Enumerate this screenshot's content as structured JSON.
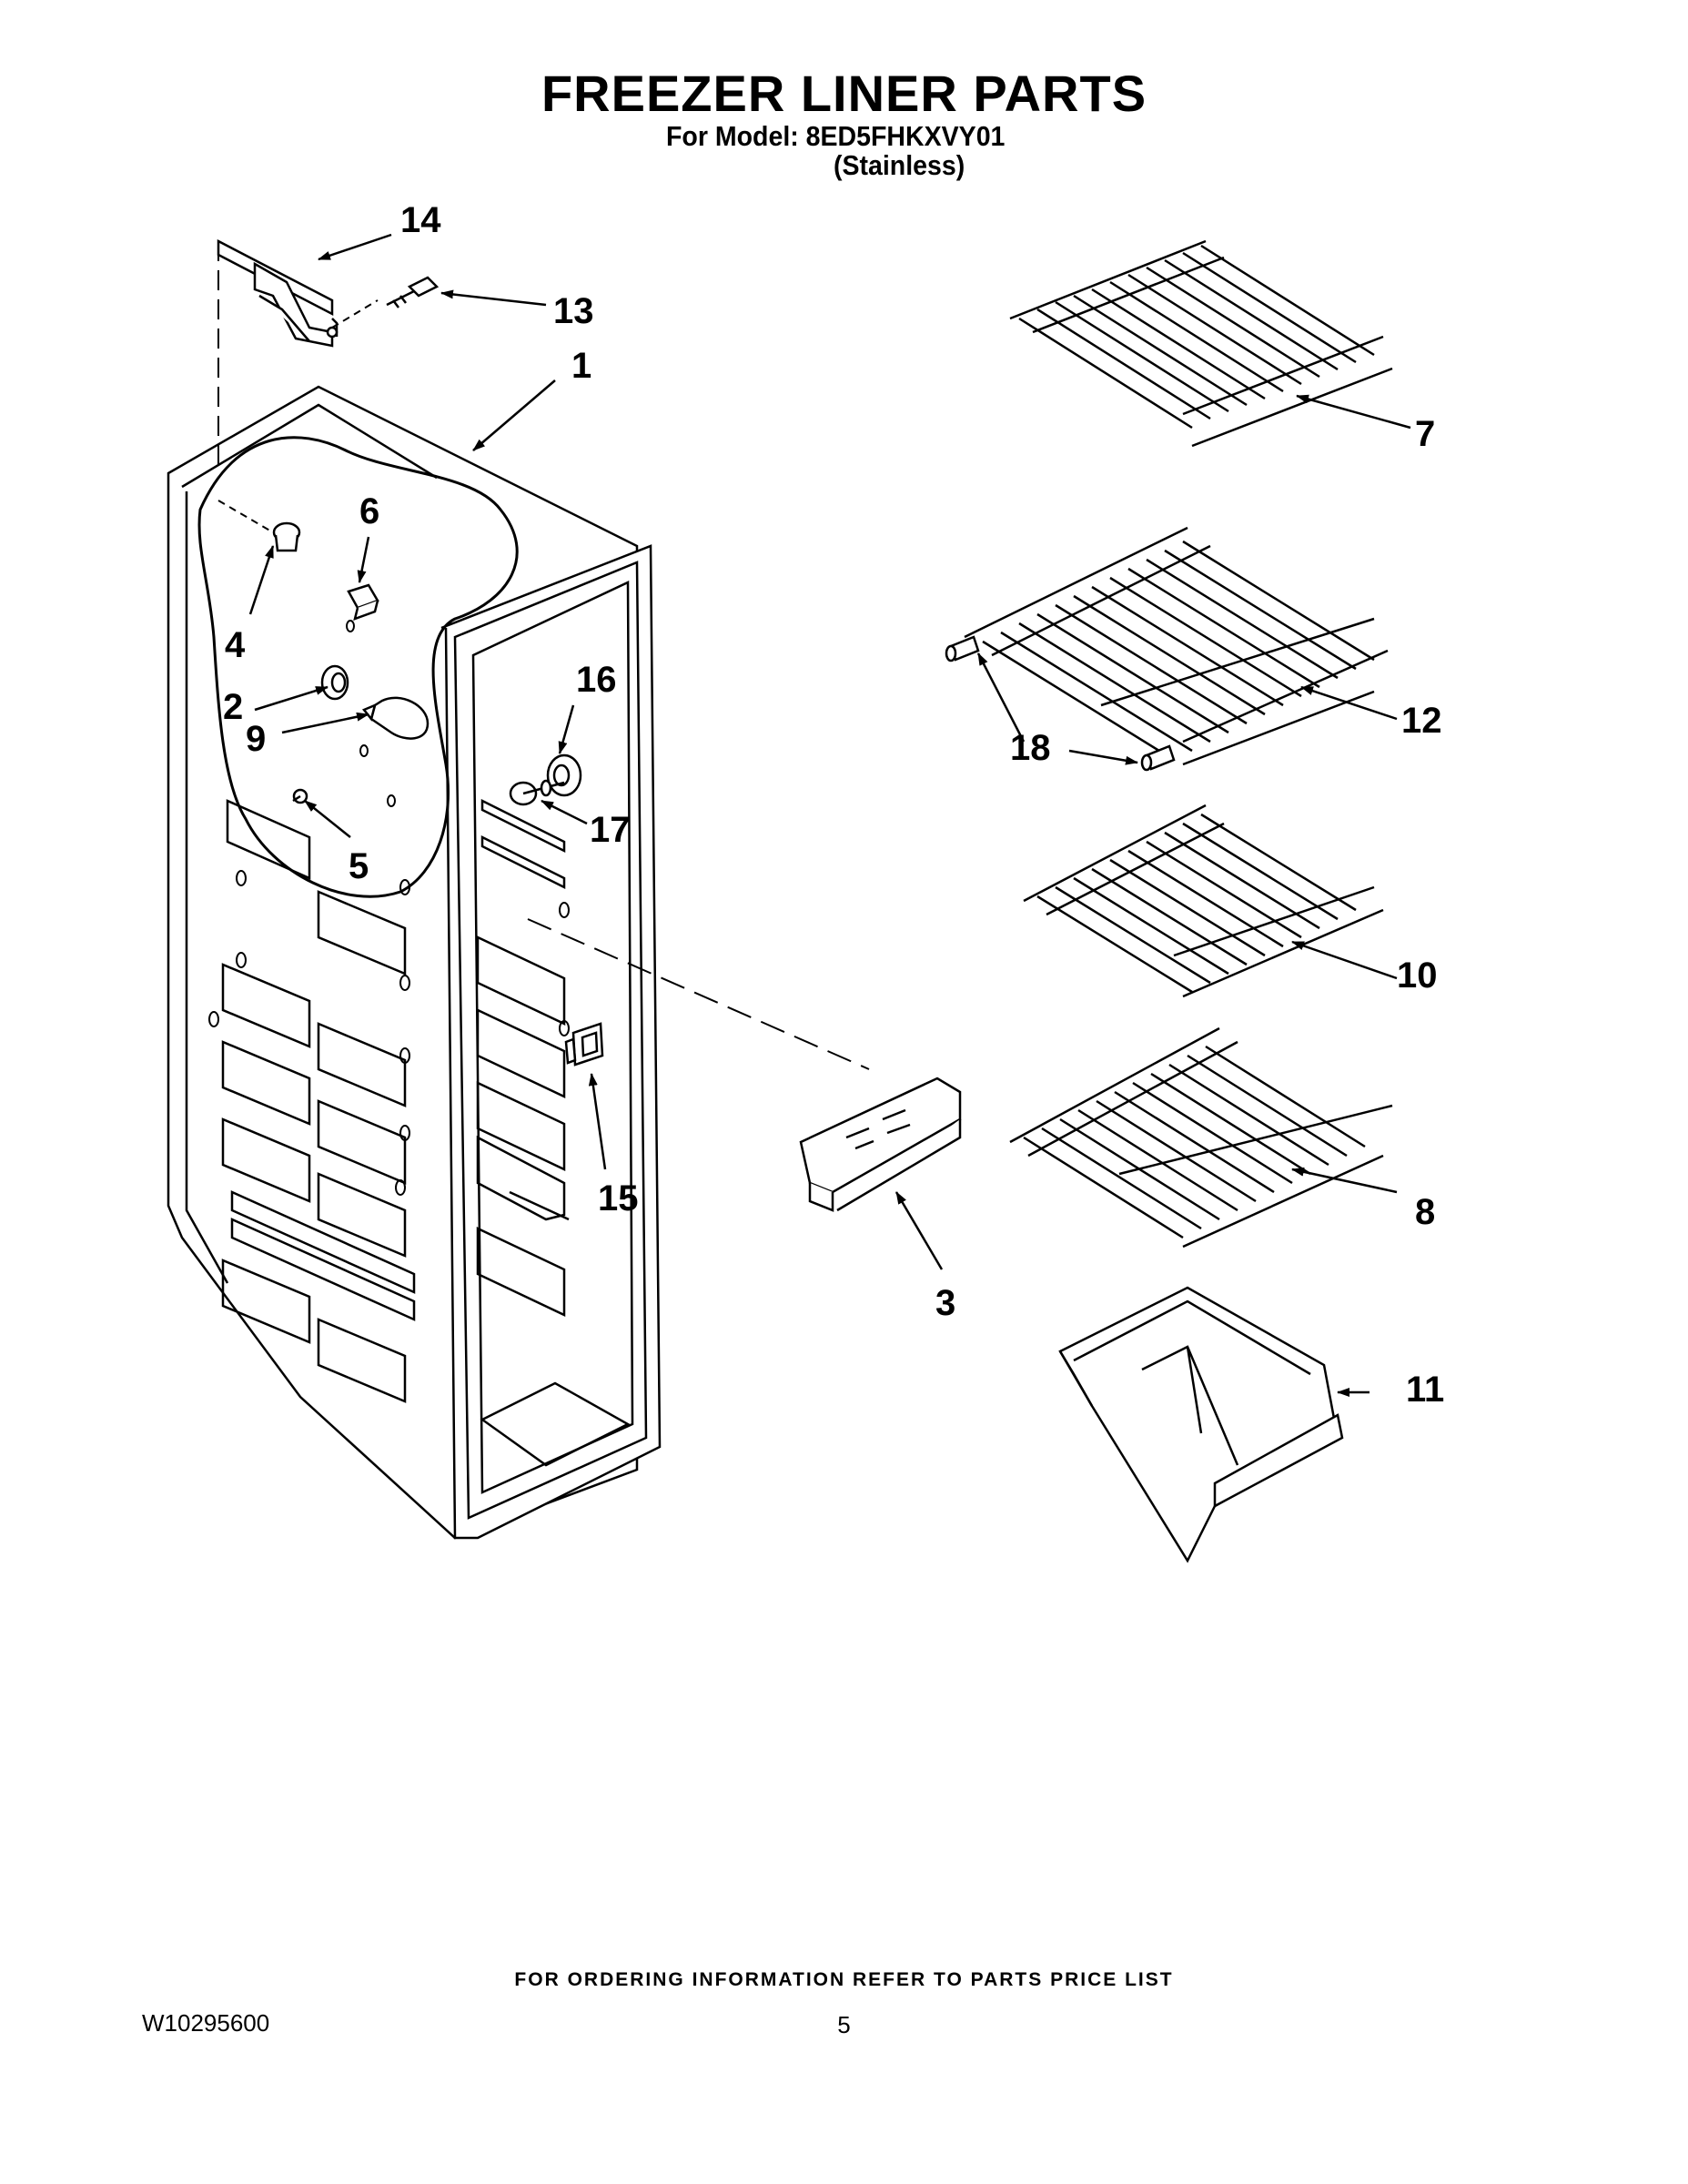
{
  "header": {
    "title": "FREEZER LINER PARTS",
    "model_line": "For Model: 8ED5FHKXVY01",
    "finish": "(Stainless)"
  },
  "callouts": [
    {
      "id": "c1",
      "label": "1"
    },
    {
      "id": "c2",
      "label": "2"
    },
    {
      "id": "c3",
      "label": "3"
    },
    {
      "id": "c4",
      "label": "4"
    },
    {
      "id": "c5",
      "label": "5"
    },
    {
      "id": "c6",
      "label": "6"
    },
    {
      "id": "c7",
      "label": "7"
    },
    {
      "id": "c8",
      "label": "8"
    },
    {
      "id": "c9",
      "label": "9"
    },
    {
      "id": "c10",
      "label": "10"
    },
    {
      "id": "c11",
      "label": "11"
    },
    {
      "id": "c12",
      "label": "12"
    },
    {
      "id": "c13",
      "label": "13"
    },
    {
      "id": "c14",
      "label": "14"
    },
    {
      "id": "c15",
      "label": "15"
    },
    {
      "id": "c16",
      "label": "16"
    },
    {
      "id": "c17",
      "label": "17"
    },
    {
      "id": "c18",
      "label": "18"
    }
  ],
  "footer": {
    "ordering_note": "FOR ORDERING INFORMATION REFER TO PARTS PRICE LIST",
    "doc_id": "W10295600",
    "page": "5"
  },
  "colors": {
    "ink": "#000000",
    "paper": "#ffffff",
    "shade": "#e6e6e6"
  }
}
